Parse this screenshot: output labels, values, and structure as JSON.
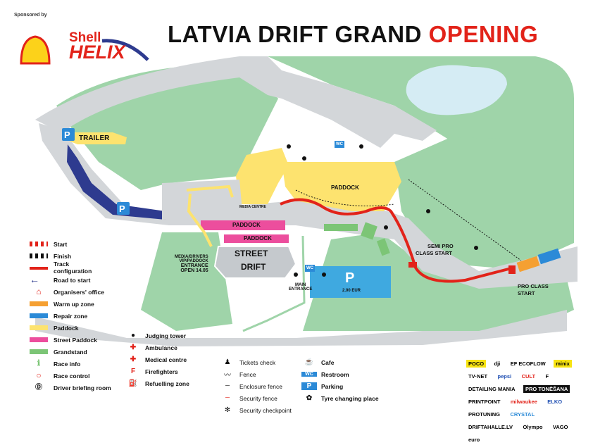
{
  "sponsored_by": "Sponsored by",
  "brand": {
    "line1": "Shell",
    "line2": "HELIX"
  },
  "title": {
    "main": "LATVIA DRIFT GRAND ",
    "highlight": "OPENING"
  },
  "colors": {
    "grass": "#9fd4a9",
    "road": "#d3d6d9",
    "track": "#e2231a",
    "paddock": "#fde36f",
    "street_paddock": "#ec4e9d",
    "road_to_start": "#2e3b8f",
    "warmup": "#f5a032",
    "repair": "#2b8ad7",
    "grandstand": "#7cc576",
    "water": "#d5ecf4",
    "parking": "#3fa9e0"
  },
  "map_labels": {
    "trailer": "TRAILER",
    "paddock_main": "PADDOCK",
    "paddock_street_1": "PADDOCK",
    "paddock_street_2": "PADDOCK",
    "street_drift_1": "STREET",
    "street_drift_2": "DRIFT",
    "semi_pro_1": "SEMI PRO",
    "semi_pro_2": "CLASS START",
    "pro_class_1": "PRO CLASS",
    "pro_class_2": "START",
    "media_entrance_1": "MEDIA/DRIVERS",
    "media_entrance_2": "VIP/PADDOCK",
    "media_entrance_3": "ENTRANCE",
    "media_entrance_4": "OPEN 14.05",
    "main_entrance_1": "MAIN",
    "main_entrance_2": "ENTRANCE",
    "parking_price": "2.00 EUR",
    "media_centre": "MEDIA CENTRE",
    "parking_letter": "P",
    "wc": "WC"
  },
  "legend_track": [
    {
      "label": "Start",
      "icon": "start-flag-icon"
    },
    {
      "label": "Finish",
      "icon": "finish-flag-icon"
    },
    {
      "label": "Track configuration",
      "icon": "track-line-icon"
    },
    {
      "label": "Road to start",
      "icon": "arrow-left-icon"
    },
    {
      "label": "Organisers' office",
      "icon": "house-icon"
    },
    {
      "label": "Warm up zone",
      "color": "#f5a032"
    },
    {
      "label": "Repair zone",
      "color": "#2b8ad7"
    },
    {
      "label": "Paddock",
      "color": "#fde36f"
    },
    {
      "label": "Street Paddock",
      "color": "#ec4e9d"
    },
    {
      "label": "Grandstand",
      "color": "#7cc576"
    },
    {
      "label": "Race info",
      "icon": "info-icon"
    },
    {
      "label": "Race control",
      "icon": "ring-icon"
    },
    {
      "label": "Driver briefing room",
      "icon": "briefing-icon"
    }
  ],
  "legend_services": [
    {
      "label": "Judging tower"
    },
    {
      "label": "Ambulance"
    },
    {
      "label": "Medical centre"
    },
    {
      "label": "Firefighters"
    },
    {
      "label": "Refuelling zone"
    }
  ],
  "legend_lines": [
    {
      "label": "Tickets check"
    },
    {
      "label": "Fence"
    },
    {
      "label": "Enclosure fence"
    },
    {
      "label": "Security fence"
    },
    {
      "label": "Security checkpoint"
    }
  ],
  "legend_amenities": [
    {
      "label": "Cafe"
    },
    {
      "label": "Restroom"
    },
    {
      "label": "Parking"
    },
    {
      "label": "Tyre changing place"
    }
  ],
  "sponsors": [
    "POCO",
    "dji",
    "EF ECOFLOW",
    "minix",
    "TV·NET",
    "pepsi",
    "CULT",
    "F",
    "DETAILING MANIA",
    "PRO TONĒŠANA",
    "PRINTPOINT",
    "milwaukee",
    "ELKO",
    "PROTUNING",
    "CRYSTAL",
    "DRIFTAHALLE.LV",
    "Olympo",
    "VAGO",
    "euro"
  ]
}
